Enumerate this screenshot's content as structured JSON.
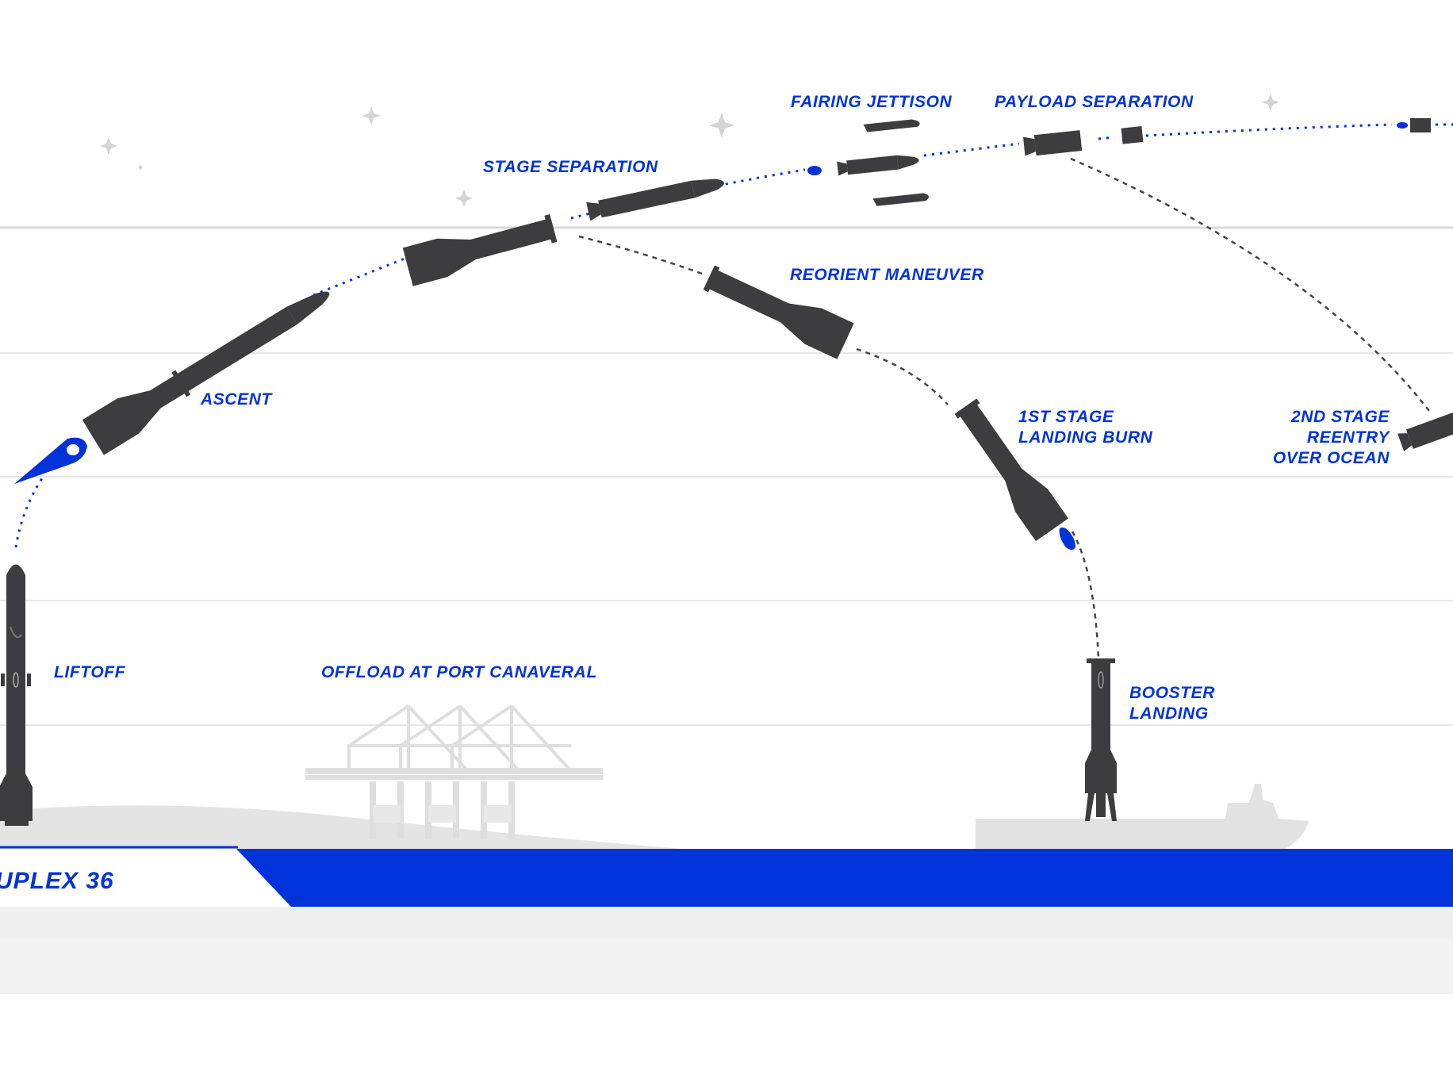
{
  "colors": {
    "accent": "#0033d9",
    "rocket": "#3d3d40",
    "ground": "#e6e6e6",
    "lines": "#e8e8e8"
  },
  "labels": {
    "fairing_jettison": "FAIRING JETTISON",
    "payload_separation": "PAYLOAD SEPARATION",
    "stage_separation": "STAGE SEPARATION",
    "reorient_maneuver": "REORIENT MANEUVER",
    "ascent": "ASCENT",
    "first_stage_burn_1": "1ST STAGE",
    "first_stage_burn_2": "LANDING BURN",
    "second_stage_reentry_1": "2ND STAGE",
    "second_stage_reentry_2": "REENTRY",
    "second_stage_reentry_3": "OVER OCEAN",
    "liftoff": "LIFTOFF",
    "offload": "OFFLOAD AT PORT CANAVERAL",
    "booster_landing_1": "BOOSTER",
    "booster_landing_2": "LANDING"
  },
  "footer": {
    "launch_pad": "UPLEX 36"
  }
}
